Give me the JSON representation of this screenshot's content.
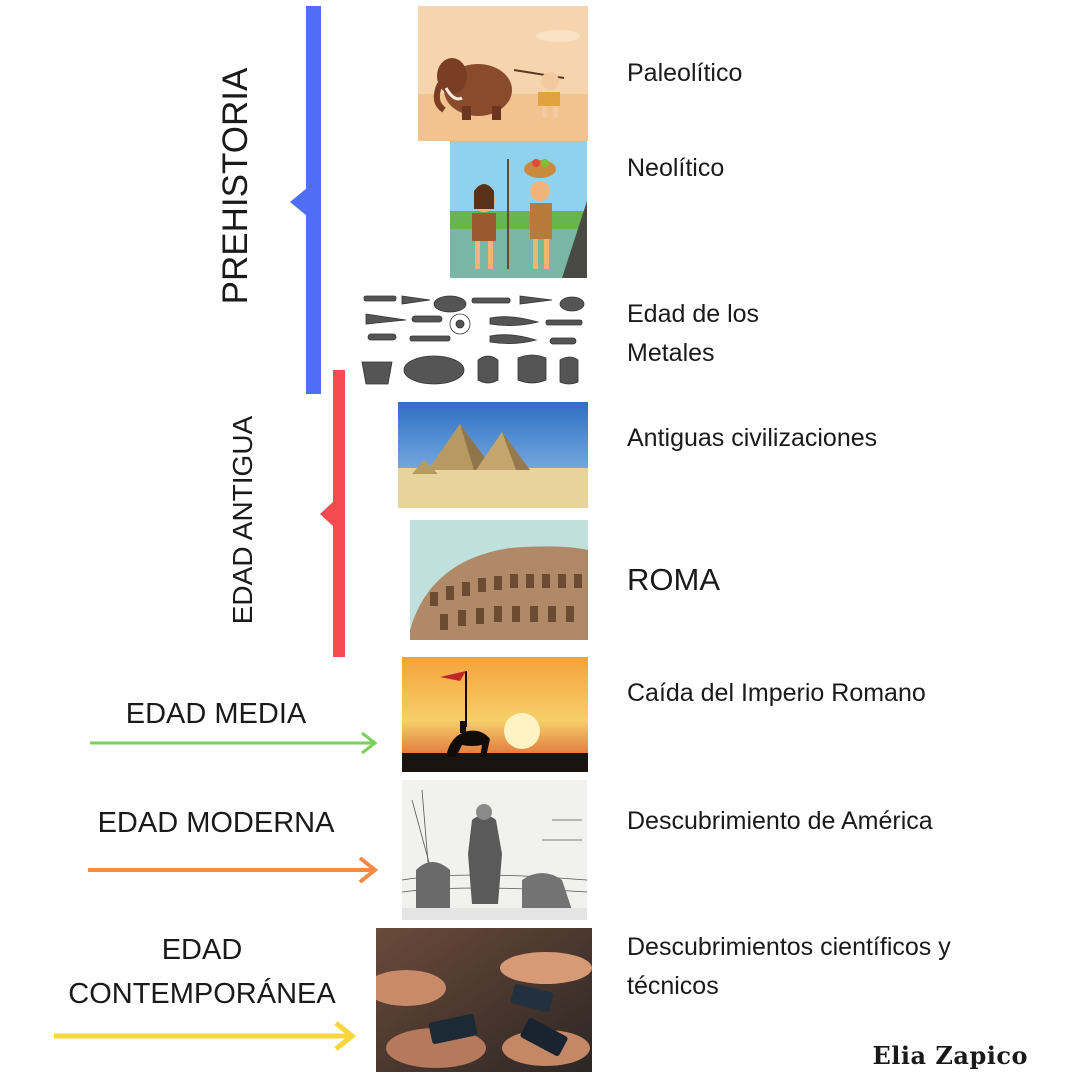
{
  "eras": {
    "prehistoria": {
      "label": "PREHISTORIA",
      "color": "#4f6df5"
    },
    "antigua": {
      "label": "EDAD ANTIGUA",
      "color": "#f54a4f"
    },
    "media": {
      "label": "EDAD MEDIA",
      "color": "#79d157"
    },
    "moderna": {
      "label": "EDAD MODERNA",
      "color": "#f58a45"
    },
    "contemporanea": {
      "label_line1": "EDAD",
      "label_line2": "CONTEMPORÁNEA",
      "color": "#f8d63d"
    }
  },
  "events": {
    "paleolitico": "Paleolítico",
    "neolitico": "Neolítico",
    "metales_line1": "Edad de los",
    "metales_line2": "Metales",
    "antiguas": "Antiguas civilizaciones",
    "roma": "ROMA",
    "caida": "Caída del Imperio Romano",
    "america": "Descubrimiento de América",
    "cientificos_line1": "Descubrimientos científicos y",
    "cientificos_line2": "técnicos"
  },
  "images": {
    "paleolitico": "mammoth-hunt-illustration",
    "neolitico": "neolithic-people-illustration",
    "metales": "ancient-tools-engraving",
    "antiguas": "pyramids-photo",
    "roma": "colosseum-photo",
    "caida": "knight-sunset-photo",
    "america": "columbus-landing-engraving",
    "cientificos": "smartphones-photo"
  },
  "signature": "Elia Zapico"
}
